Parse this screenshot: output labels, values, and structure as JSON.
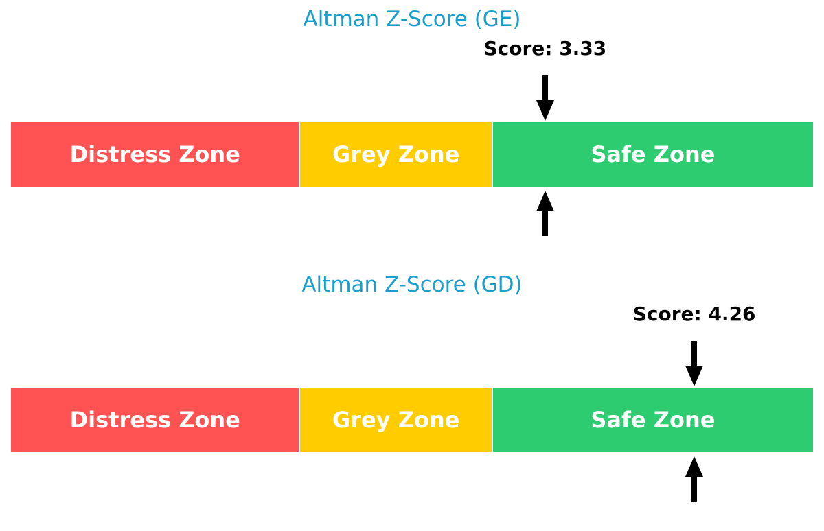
{
  "chart_data": [
    {
      "type": "bar",
      "title": "Altman Z-Score (GE)",
      "zones": [
        {
          "label": "Distress Zone",
          "from": 0,
          "to": 1.8,
          "color": "#ff5252"
        },
        {
          "label": "Grey Zone",
          "from": 1.8,
          "to": 3.0,
          "color": "#ffcc00"
        },
        {
          "label": "Safe Zone",
          "from": 3.0,
          "to": 5.0,
          "color": "#2ecc71"
        }
      ],
      "score": 3.33,
      "score_label": "Score: 3.33",
      "xlim": [
        0,
        5.0
      ],
      "title_color": "#1a9ecb"
    },
    {
      "type": "bar",
      "title": "Altman Z-Score (GD)",
      "zones": [
        {
          "label": "Distress Zone",
          "from": 0,
          "to": 1.8,
          "color": "#ff5252"
        },
        {
          "label": "Grey Zone",
          "from": 1.8,
          "to": 3.0,
          "color": "#ffcc00"
        },
        {
          "label": "Safe Zone",
          "from": 3.0,
          "to": 5.0,
          "color": "#2ecc71"
        }
      ],
      "score": 4.26,
      "score_label": "Score: 4.26",
      "xlim": [
        0,
        5.0
      ],
      "title_color": "#1a9ecb"
    }
  ]
}
